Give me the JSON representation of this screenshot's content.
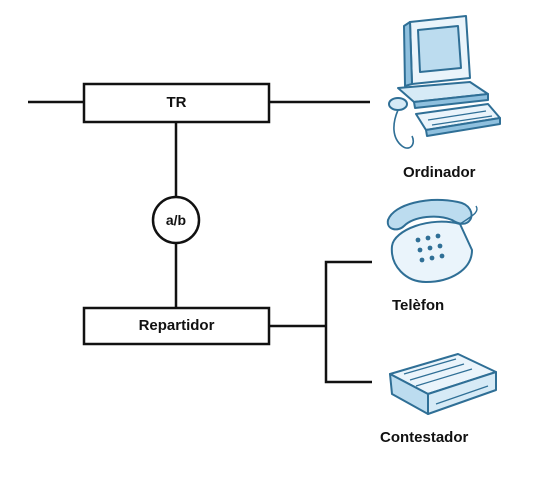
{
  "diagram": {
    "nodes": {
      "tr": {
        "label": "TR"
      },
      "ab": {
        "label": "a/b"
      },
      "repartidor": {
        "label": "Repartidor"
      },
      "ordinador": {
        "label": "Ordinador"
      },
      "telefon": {
        "label": "Telèfon"
      },
      "contestador": {
        "label": "Contestador"
      }
    },
    "edges": [
      {
        "from": "line-in",
        "to": "tr"
      },
      {
        "from": "tr",
        "to": "ordinador"
      },
      {
        "from": "tr",
        "to": "ab"
      },
      {
        "from": "ab",
        "to": "repartidor"
      },
      {
        "from": "repartidor",
        "to": "telefon"
      },
      {
        "from": "repartidor",
        "to": "contestador"
      }
    ],
    "colors": {
      "line": "#111111",
      "icon": "#2f6f96",
      "icon_light": "#8fc0de"
    }
  }
}
